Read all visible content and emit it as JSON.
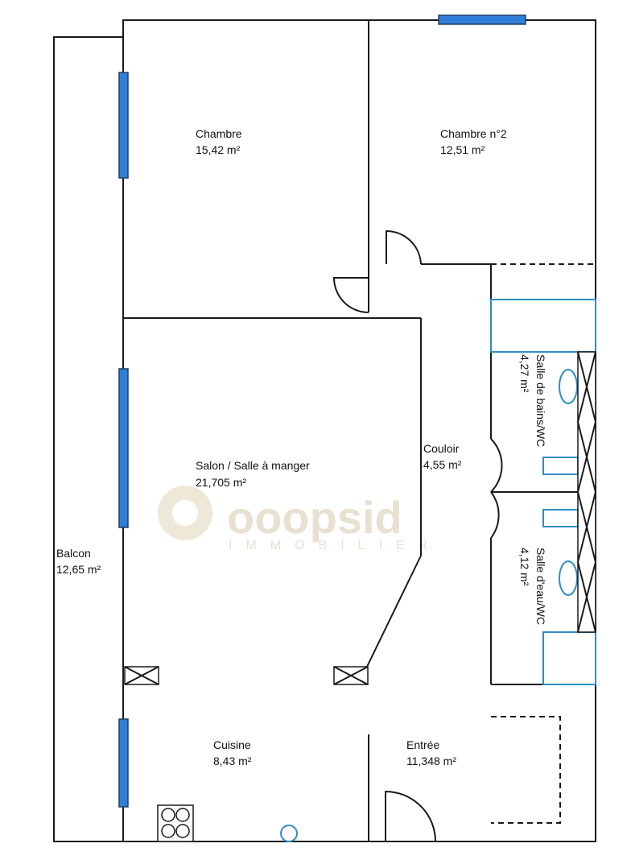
{
  "watermark": {
    "brand": "ooopsid",
    "sub": "IMMOBILIER"
  },
  "rooms": [
    {
      "name": "Chambre",
      "area": "15,42  m²"
    },
    {
      "name": "Chambre n°2",
      "area": "12,51  m²"
    },
    {
      "name": "Salon / Salle à manger",
      "area": "21,705  m²"
    },
    {
      "name": "Couloir",
      "area": "4,55  m²"
    },
    {
      "name": "Salle de bains/WC",
      "area": "4,27  m²"
    },
    {
      "name": "Salle d'eau/WC",
      "area": "4,12  m²"
    },
    {
      "name": "Balcon",
      "area": "12,65  m²"
    },
    {
      "name": "Cuisine",
      "area": "8,43  m²"
    },
    {
      "name": "Entrée",
      "area": "11,348  m²"
    }
  ],
  "colors": {
    "window": "#2f7fd8",
    "fixture": "#2f8cc4",
    "wall": "#1a1a1a"
  }
}
